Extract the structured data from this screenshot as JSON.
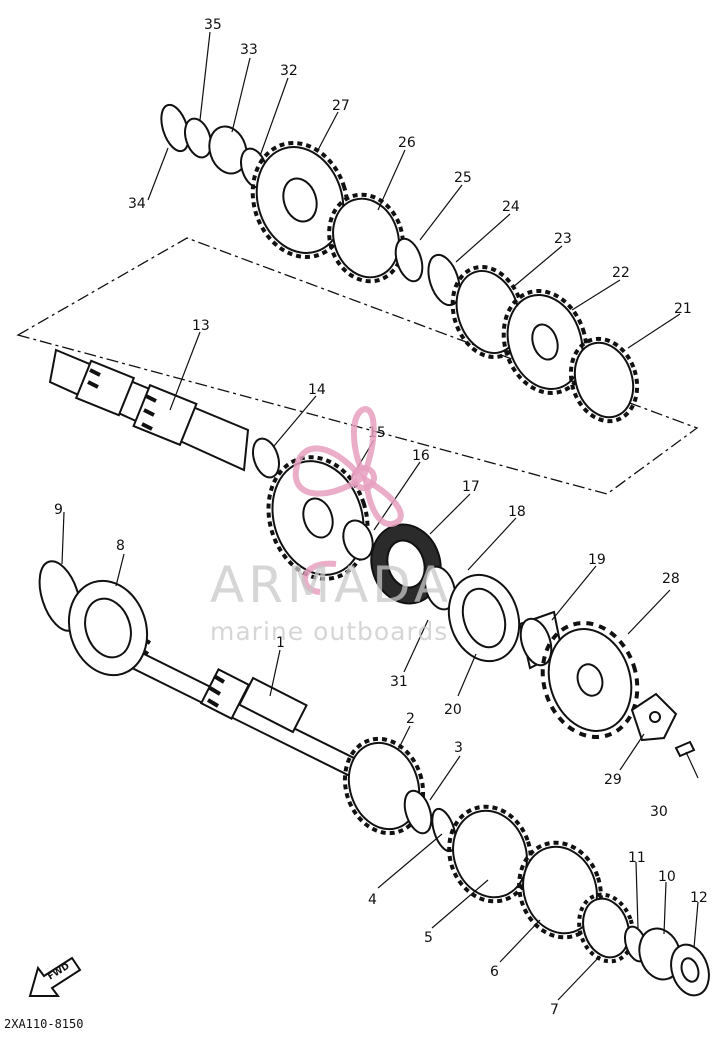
{
  "diagram": {
    "part_numbers": [
      "1",
      "2",
      "3",
      "4",
      "5",
      "6",
      "7",
      "8",
      "9",
      "10",
      "11",
      "12",
      "13",
      "14",
      "15",
      "16",
      "17",
      "18",
      "19",
      "20",
      "21",
      "22",
      "23",
      "24",
      "25",
      "26",
      "27",
      "28",
      "29",
      "30",
      "31",
      "32",
      "33",
      "34",
      "35"
    ],
    "fwd_label": "FWD",
    "drawing_code": "2XA110-8150"
  },
  "watermark": {
    "brand": "ARMADA",
    "tagline": "marine outboards",
    "color": "#e8a0c0"
  }
}
